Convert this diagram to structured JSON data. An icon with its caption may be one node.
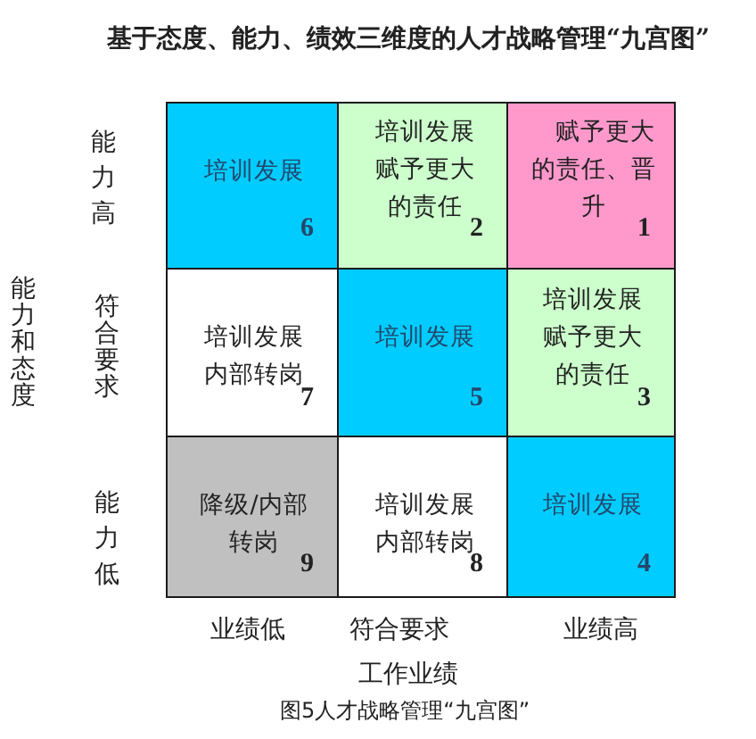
{
  "diagram": {
    "title": "基于态度、能力、绩效三维度的人才战略管理“九宫图”",
    "caption": "图5人才战略管理“九宫图”",
    "nodes": [
      {
        "text": [
          "培训发展",
          "6"
        ]
      },
      {
        "text": [
          "培训发展赋予更大的责任",
          "2"
        ]
      },
      {
        "text": [
          "赋予更大的责任、晋升",
          "1"
        ]
      },
      {
        "text": [
          "培训发展内部转岗",
          "7"
        ]
      },
      {
        "text": [
          "培训发展",
          "5"
        ]
      },
      {
        "text": [
          "培训发展赋予更大的责任",
          "3"
        ]
      },
      {
        "text": [
          "降级/内部转岗",
          "9"
        ]
      },
      {
        "text": [
          "培训发展内部转岗",
          "8"
        ]
      },
      {
        "text": [
          "培训发展",
          "4"
        ]
      }
    ],
    "labels": [
      "能力高",
      "能力和态度",
      "符合要求",
      "能力低",
      "业绩低",
      "符合要求",
      "业绩高",
      "工作业绩"
    ]
  }
}
